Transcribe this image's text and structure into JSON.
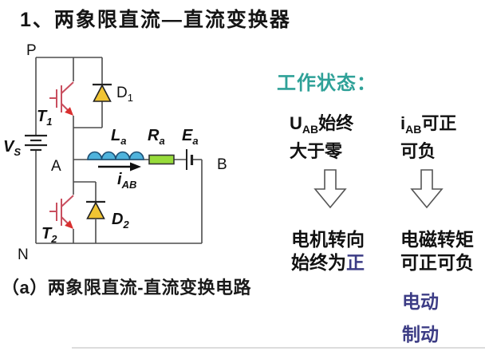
{
  "title": "1、两象限直流—直流变换器",
  "circuit": {
    "caption": "（a）两象限直流-直流变换电路",
    "node_p": "P",
    "node_a": "A",
    "node_b": "B",
    "node_n": "N",
    "vs_base": "V",
    "vs_sub": "S",
    "t1_base": "T",
    "t1_sub": "1",
    "t2_base": "T",
    "t2_sub": "2",
    "d1_base": "D",
    "d1_sub": "1",
    "d2_base": "D",
    "d2_sub": "2",
    "la_base": "L",
    "la_sub": "a",
    "ra_base": "R",
    "ra_sub": "a",
    "ea_base": "E",
    "ea_sub": "a",
    "iab_base": "i",
    "iab_sub": "AB"
  },
  "panel": {
    "heading": "工作状态：",
    "col1": {
      "cond_base": "U",
      "cond_sub": "AB",
      "cond_rest": "始终",
      "cond_line2": "大于零",
      "result_line1": "电机转向",
      "result_line2_prefix": "始终为",
      "result_line2_highlight": "正"
    },
    "col2": {
      "cond_base": "i",
      "cond_sub": "AB",
      "cond_rest": "可正",
      "cond_line2": "可负",
      "result_line1": "电磁转矩",
      "result_line2": "可正可负",
      "extra1": "电动",
      "extra2": "制动"
    }
  },
  "colors": {
    "heading-teal": "#2FA198",
    "highlight-navy": "#3C3C85",
    "igbt-red": "#C94F5F",
    "arrow-red": "#D92F2F",
    "diode-yellow": "#F0C433",
    "inductor-cyan": "#4FB3DC",
    "resistor-green": "#97DB3A",
    "wire-gray": "#4d4d4d"
  }
}
